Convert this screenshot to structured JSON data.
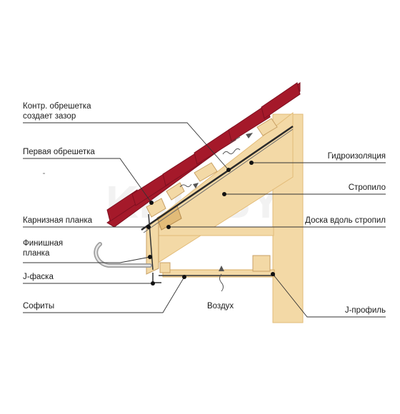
{
  "labels": {
    "counter_batten_1": "Контр. обрешетка",
    "counter_batten_2": "создает зазор",
    "first_batten": "Первая обрешетка",
    "eaves_strip": "Карнизная планка",
    "finish_strip_1": "Финишная",
    "finish_strip_2": "планка",
    "j_chamfer": "J-фаска",
    "soffits": "Софиты",
    "waterproofing": "Гидроизоляция",
    "rafter": "Стропило",
    "board_along_rafter": "Доска вдоль стропил",
    "air": "Воздух",
    "j_profile": "J-профиль"
  },
  "watermark": "KKK.BY",
  "colors": {
    "tile": "#a5192a",
    "tile_dark": "#7e1020",
    "wood": "#f3d9a6",
    "wood_dark": "#e2bb78",
    "membrane": "#2a2a2a",
    "line": "#333333",
    "gutter": "#cfcfcf"
  }
}
